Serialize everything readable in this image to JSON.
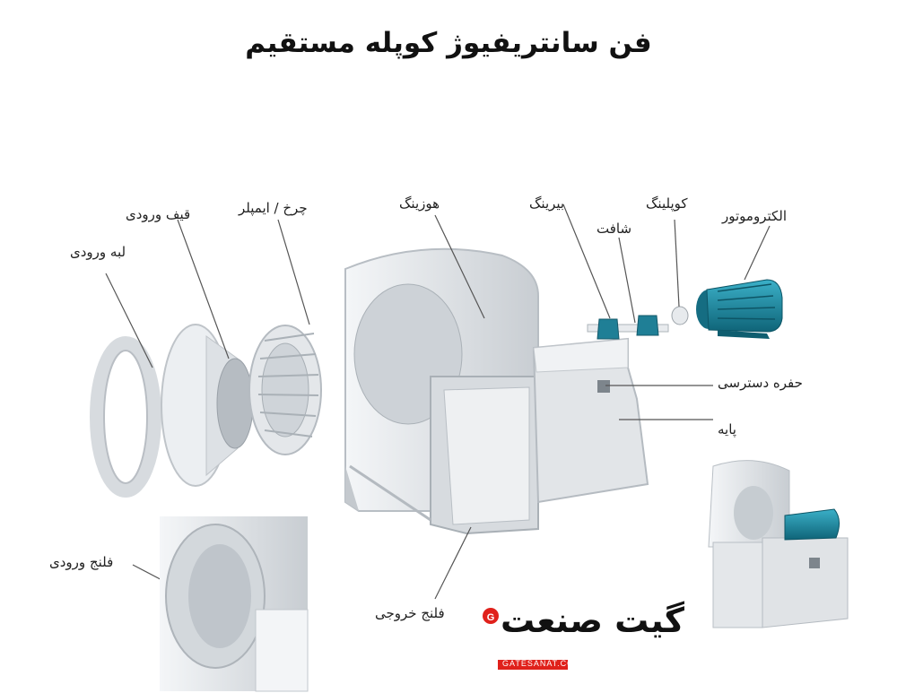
{
  "title": "فن سانتریفیوژ کوپله مستقیم",
  "labels": {
    "inlet_ring": "لبه ورودی",
    "inlet_cone": "قیف ورودی",
    "impeller": "چرخ / ایمپلر",
    "housing": "هوزینگ",
    "bearing": "بیرینگ",
    "shaft": "شافت",
    "coupling": "کوپلینگ",
    "motor": "الکتروموتور",
    "access_hole": "حفره دسترسی",
    "base": "پایه",
    "inlet_flange": "فلنج ورودی",
    "outlet_flange": "فلنج خروجی"
  },
  "logo": {
    "name": "گیت صنعت",
    "url": "GATESANAT.COM",
    "brand_color": "#e0211b"
  },
  "colors": {
    "part": "#e6e9ec",
    "part_dark": "#c9ced3",
    "motor": "#1d8fa8"
  }
}
